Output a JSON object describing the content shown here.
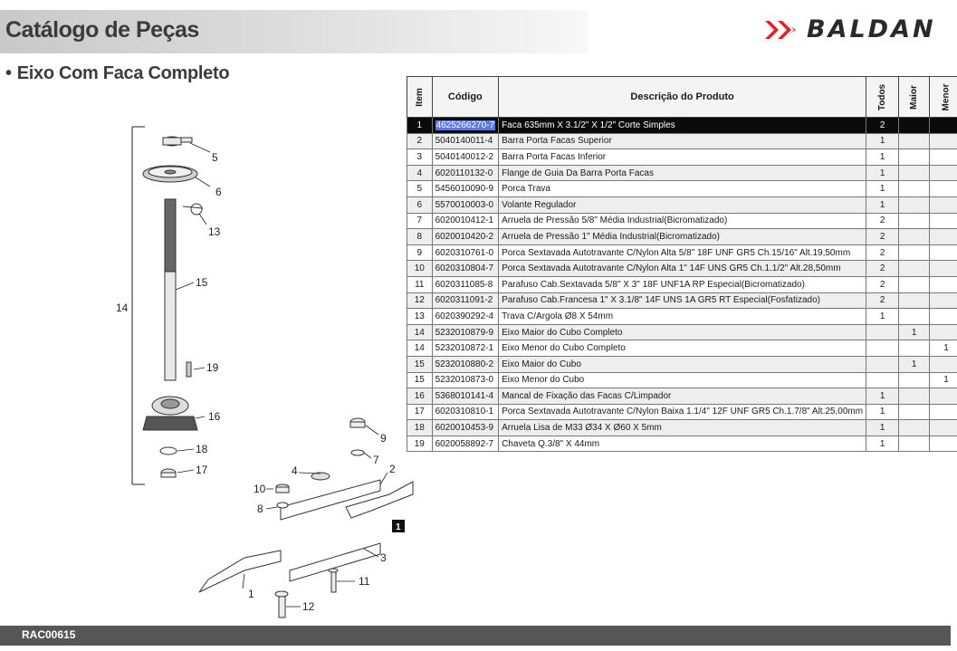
{
  "header": {
    "title": "Catálogo de Peças",
    "brand": "BALDAN",
    "section_bullet": "•",
    "section_title": "Eixo Com Faca Completo"
  },
  "table": {
    "columns": [
      "Item",
      "Código",
      "Descrição do Produto",
      "Todos",
      "Maior",
      "Menor"
    ],
    "selected_row": 0,
    "rows": [
      {
        "item": "1",
        "code": "4625266270-7",
        "desc": "Faca 635mm X 3.1/2\" X 1/2\" Corte Simples",
        "todos": "2",
        "maior": "",
        "menor": ""
      },
      {
        "item": "2",
        "code": "5040140011-4",
        "desc": "Barra Porta Facas Superior",
        "todos": "1",
        "maior": "",
        "menor": ""
      },
      {
        "item": "3",
        "code": "5040140012-2",
        "desc": "Barra Porta Facas Inferior",
        "todos": "1",
        "maior": "",
        "menor": ""
      },
      {
        "item": "4",
        "code": "6020110132-0",
        "desc": "Flange de Guia Da Barra Porta Facas",
        "todos": "1",
        "maior": "",
        "menor": ""
      },
      {
        "item": "5",
        "code": "5456010090-9",
        "desc": "Porca Trava",
        "todos": "1",
        "maior": "",
        "menor": ""
      },
      {
        "item": "6",
        "code": "5570010003-0",
        "desc": "Volante Regulador",
        "todos": "1",
        "maior": "",
        "menor": ""
      },
      {
        "item": "7",
        "code": "6020010412-1",
        "desc": "Arruela de Pressão 5/8\" Média Industrial(Bicromatizado)",
        "todos": "2",
        "maior": "",
        "menor": ""
      },
      {
        "item": "8",
        "code": "6020010420-2",
        "desc": "Arruela de Pressão 1\" Média Industrial(Bicromatizado)",
        "todos": "2",
        "maior": "",
        "menor": ""
      },
      {
        "item": "9",
        "code": "6020310761-0",
        "desc": "Porca Sextavada Autotravante C/Nylon Alta 5/8\" 18F UNF GR5 Ch.15/16\" Alt.19,50mm",
        "todos": "2",
        "maior": "",
        "menor": ""
      },
      {
        "item": "10",
        "code": "6020310804-7",
        "desc": "Porca Sextavada Autotravante C/Nylon Alta 1\" 14F UNS GR5 Ch.1.1/2\" Alt.28,50mm",
        "todos": "2",
        "maior": "",
        "menor": ""
      },
      {
        "item": "11",
        "code": "6020311085-8",
        "desc": "Parafuso Cab.Sextavada 5/8\" X 3\" 18F UNF1A RP Especial(Bicromatizado)",
        "todos": "2",
        "maior": "",
        "menor": ""
      },
      {
        "item": "12",
        "code": "6020311091-2",
        "desc": "Parafuso Cab.Francesa 1\" X 3.1/8\" 14F UNS 1A GR5 RT Especial(Fosfatizado)",
        "todos": "2",
        "maior": "",
        "menor": ""
      },
      {
        "item": "13",
        "code": "6020390292-4",
        "desc": "Trava C/Argola Ø8 X 54mm",
        "todos": "1",
        "maior": "",
        "menor": ""
      },
      {
        "item": "14",
        "code": "5232010879-9",
        "desc": "Eixo Maior do Cubo Completo",
        "todos": "",
        "maior": "1",
        "menor": ""
      },
      {
        "item": "14",
        "code": "5232010872-1",
        "desc": "Eixo Menor do Cubo Completo",
        "todos": "",
        "maior": "",
        "menor": "1"
      },
      {
        "item": "15",
        "code": "5232010880-2",
        "desc": "Eixo Maior do Cubo",
        "todos": "",
        "maior": "1",
        "menor": ""
      },
      {
        "item": "15",
        "code": "5232010873-0",
        "desc": "Eixo Menor do Cubo",
        "todos": "",
        "maior": "",
        "menor": "1"
      },
      {
        "item": "16",
        "code": "5368010141-4",
        "desc": "Mancal de Fixação das Facas C/Limpador",
        "todos": "1",
        "maior": "",
        "menor": ""
      },
      {
        "item": "17",
        "code": "6020310810-1",
        "desc": "Porca Sextavada Autotravante C/Nylon Baixa 1.1/4\" 12F UNF GR5 Ch.1.7/8\" Alt.25,00mm",
        "todos": "1",
        "maior": "",
        "menor": ""
      },
      {
        "item": "18",
        "code": "6020010453-9",
        "desc": "Arruela Lisa de M33 Ø34 X Ø60 X 5mm",
        "todos": "1",
        "maior": "",
        "menor": ""
      },
      {
        "item": "19",
        "code": "6020058892-7",
        "desc": "Chaveta Q.3/8\" X 44mm",
        "todos": "1",
        "maior": "",
        "menor": ""
      }
    ]
  },
  "drawing": {
    "callouts": [
      "5",
      "6",
      "13",
      "15",
      "14",
      "19",
      "16",
      "18",
      "17",
      "9",
      "7",
      "2",
      "4",
      "10",
      "8",
      "1",
      "3",
      "11",
      "12"
    ],
    "highlight_label": "1"
  },
  "footer": {
    "code": "RAC00615"
  },
  "colors": {
    "footer_bg": "#565656",
    "selected_row_bg": "#0a0a0a",
    "selected_code_bg": "#5a79e8",
    "logo_mark": "#e31e24"
  }
}
